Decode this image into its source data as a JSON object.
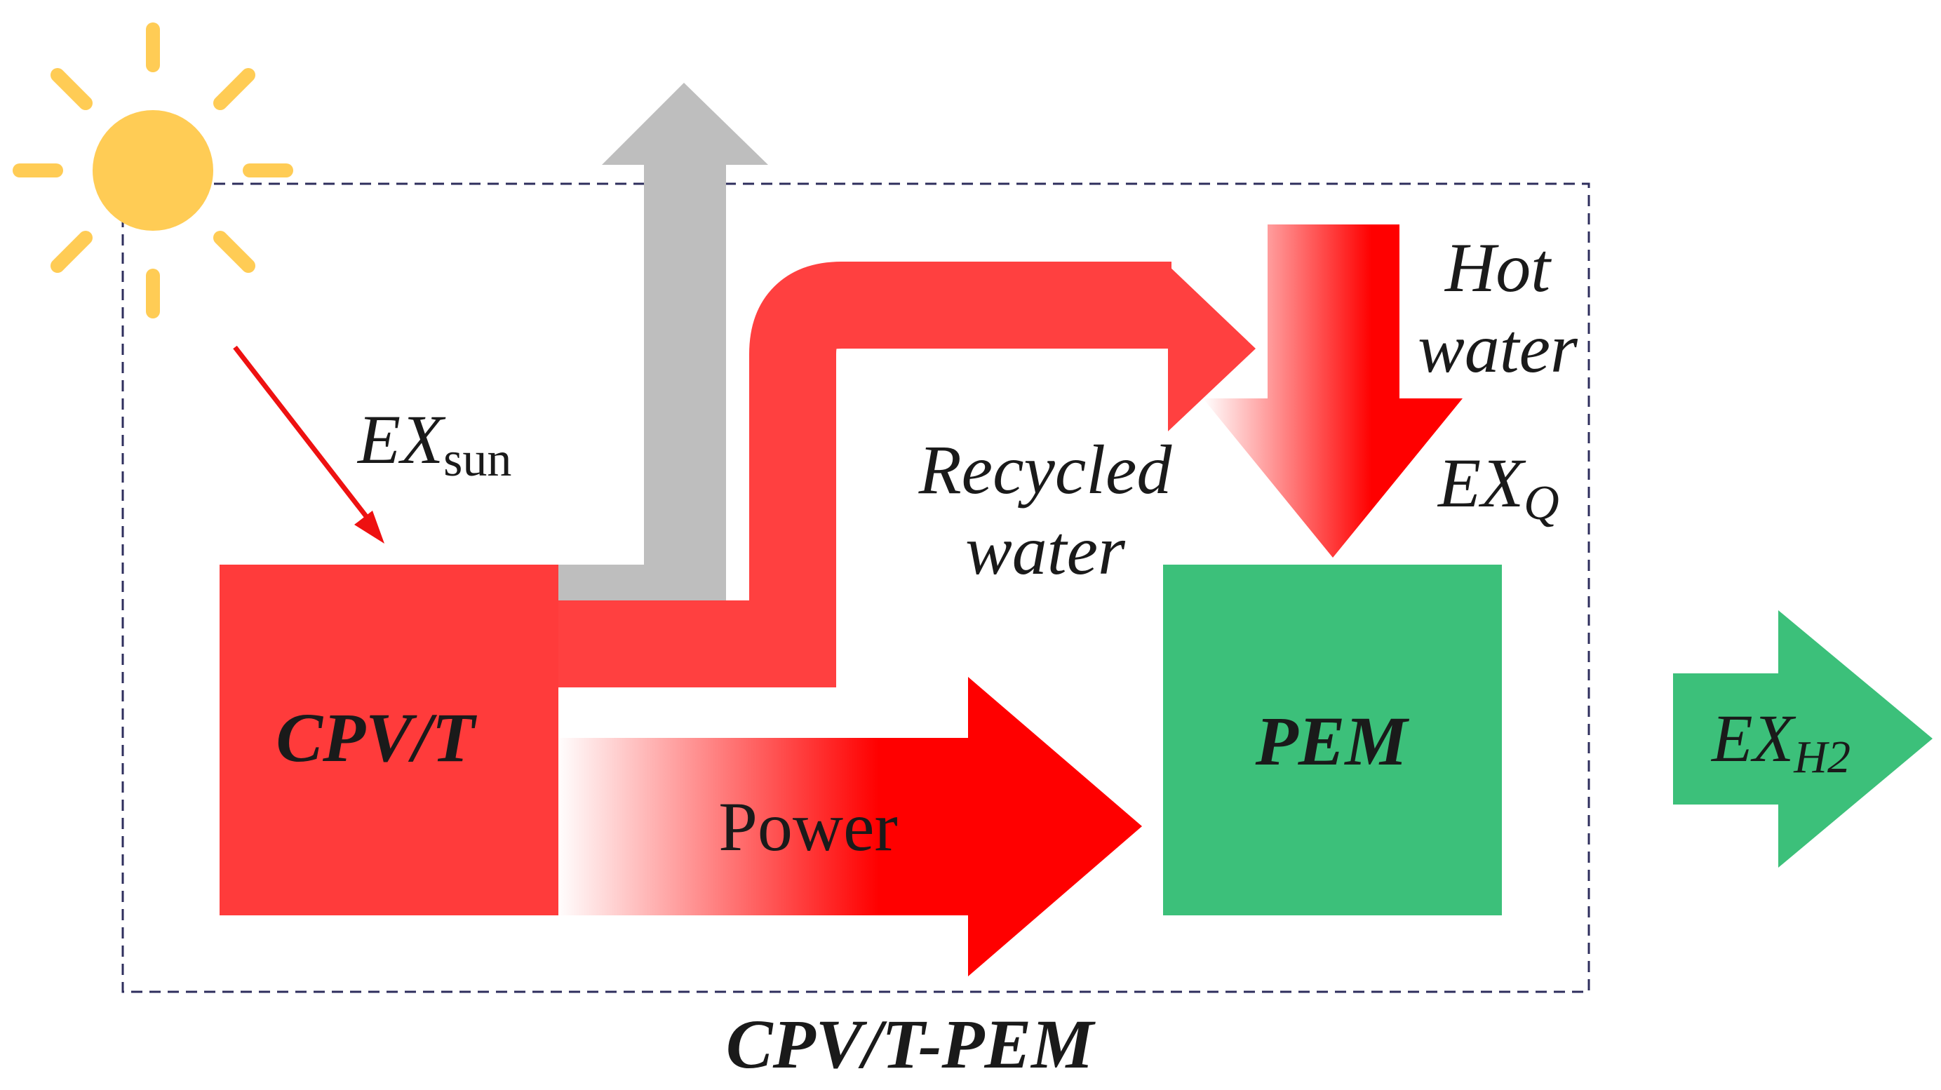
{
  "diagram": {
    "blocks": {
      "cpvt": "CPV/T",
      "pem": "PEM"
    },
    "labels": {
      "ex_sun_main": "EX",
      "ex_sun_sub": "sun",
      "recycled_line1": "Recycled",
      "recycled_line2": "water",
      "hot_line1": "Hot",
      "hot_line2": "water",
      "ex_q_main": "EX",
      "ex_q_sub": "Q",
      "power": "Power",
      "ex_h2_main": "EX",
      "ex_h2_sub": "H2",
      "system": "CPV/T-PEM"
    },
    "colors": {
      "sun": "#FFCC55",
      "cpvt_block": "#FF3B3B",
      "recycled_water": "#FF4040",
      "power_arrow_end": "#FF0000",
      "loss_arrow": "#BEBEBE",
      "pem_block": "#3CC07A",
      "h2_arrow": "#3CC07A",
      "boundary": "#2E2E5C"
    },
    "icons": {
      "sun": "sun-icon"
    }
  }
}
